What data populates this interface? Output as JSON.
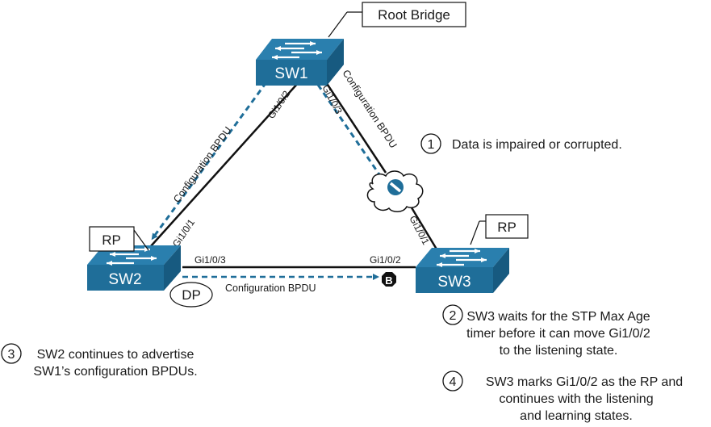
{
  "title": "STP indirect link failure recovery",
  "colors": {
    "switch_front": "#1f6e99",
    "switch_top": "#2a7fae",
    "switch_side": "#175a80",
    "bpdu_arrow": "#1f6e99",
    "link": "#111111"
  },
  "switches": {
    "sw1": {
      "label": "SW1",
      "tag": "Root Bridge"
    },
    "sw2": {
      "label": "SW2",
      "tag": "RP",
      "port_role": "DP"
    },
    "sw3": {
      "label": "SW3",
      "tag": "RP"
    }
  },
  "ports": {
    "sw1_left": "Gi1/0/2",
    "sw1_right": "Gi1/0/3",
    "sw2_up": "Gi1/0/1",
    "sw2_right": "Gi1/0/3",
    "sw3_up": "Gi1/0/1",
    "sw3_left": "Gi1/0/2"
  },
  "bpdu_labels": {
    "sw1_to_sw2": "Configuration BPDU",
    "sw1_to_sw3": "Configuration BPDU",
    "sw2_to_sw3": "Configuration BPDU"
  },
  "blocked_marker": "B",
  "icons": {
    "cloud": "cloud-icon",
    "impaired": "no-entry-icon",
    "blocked": "blocked-port-octagon-icon"
  },
  "notes": [
    {
      "num": "1",
      "lines": [
        "Data is impaired or corrupted."
      ]
    },
    {
      "num": "2",
      "lines": [
        "SW3 waits for the STP Max Age",
        "timer before it can move Gi1/0/2",
        "to the listening state."
      ]
    },
    {
      "num": "3",
      "lines": [
        "SW2 continues to advertise",
        "SW1’s configuration BPDUs."
      ]
    },
    {
      "num": "4",
      "lines": [
        "SW3 marks Gi1/0/2 as the RP and",
        "continues with the listening",
        "and learning states."
      ]
    }
  ]
}
